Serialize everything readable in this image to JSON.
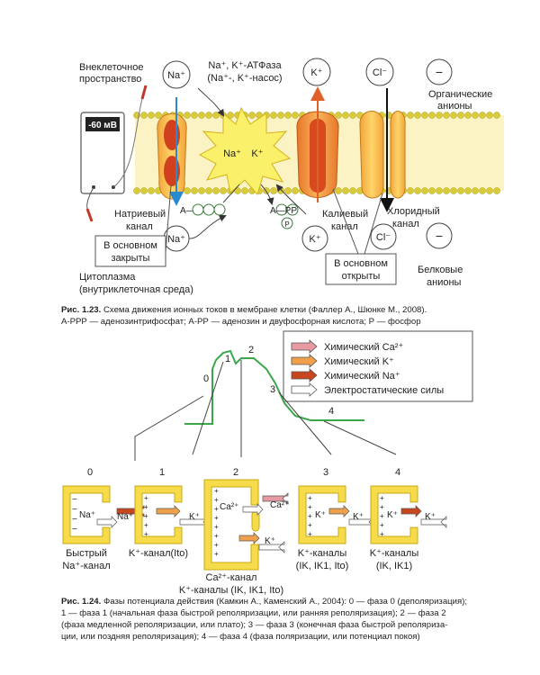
{
  "fig1": {
    "extracellular": "Внеклеточное",
    "extracellular2": "пространство",
    "voltage": "-60 мВ",
    "na_plus_top": "Na⁺",
    "atpase_line1": "Na⁺, K⁺-АТФаза",
    "atpase_line2": "(Na⁺-, K⁺-насос)",
    "k_plus_top": "K⁺",
    "cl_top": "Cl⁻",
    "minus": "−",
    "organic_anions_1": "Органические",
    "organic_anions_2": "анионы",
    "pump_na": "Na⁺",
    "pump_k": "K⁺",
    "atp": "A—PPP",
    "adp": "A—PP",
    "p": "P",
    "sodium_channel_1": "Натриевый",
    "sodium_channel_2": "канал",
    "potassium_channel_1": "Калиевый",
    "potassium_channel_2": "канал",
    "chloride_channel_1": "Хлоридный",
    "chloride_channel_2": "канал",
    "na_bottom": "Na⁺",
    "k_bottom": "K⁺",
    "cl_bottom": "Cl⁻",
    "closed_1": "В основном",
    "closed_2": "закрыты",
    "open_1": "В основном",
    "open_2": "открыты",
    "protein_anions_1": "Белковые",
    "protein_anions_2": "анионы",
    "cytoplasm_1": "Цитоплазма",
    "cytoplasm_2": "(внутриклеточная среда)",
    "caption_num": "Рис. 1.23.",
    "caption_1": "Схема движения ионных токов в мембране клетки (Фаллер А., Шюнке М., 2008).",
    "caption_2": "А-РРР — аденозинтрифосфат; А-РР — аденозин и двуфосфорная кислота; Р — фосфор"
  },
  "fig2": {
    "legend": [
      {
        "label": "Химический Ca²⁺",
        "color": "#e89aa2"
      },
      {
        "label": "Химический K⁺",
        "color": "#f0a04a"
      },
      {
        "label": "Химический Na⁺",
        "color": "#c8461e"
      },
      {
        "label": "Электростатические силы",
        "color": "#ffffff"
      }
    ],
    "phase_labels": [
      "0",
      "1",
      "2",
      "3",
      "4"
    ],
    "cells": [
      {
        "num": "0",
        "ion_in": "Na⁺",
        "ion_out": "Na⁺",
        "name1": "Быстрый",
        "name2": "Na⁺-канал"
      },
      {
        "num": "1",
        "ion_in": "",
        "ion_out": "K⁺",
        "name1": "K⁺-канал(Ito)",
        "name2": ""
      },
      {
        "num": "2",
        "ion_in": "Ca²⁺",
        "ion_out": "Ca²⁺",
        "ion_k": "K⁺",
        "name1": "Ca²⁺-канал",
        "name2": "K⁺-каналы (IK, IK1, Ito)"
      },
      {
        "num": "3",
        "ion_in": "K⁺",
        "ion_out": "K⁺",
        "name1": "K⁺-каналы",
        "name2": "(IK, IK1, Ito)"
      },
      {
        "num": "4",
        "ion_in": "K⁺",
        "ion_out": "K⁺",
        "name1": "K⁺-каналы",
        "name2": "(IK, IK1)"
      }
    ],
    "caption_num": "Рис. 1.24.",
    "caption_1": "Фазы потенциала действия (Камкин А., Каменский А., 2004): 0 — фаза 0 (деполяризация);",
    "caption_2": "1 — фаза 1 (начальная фаза быстрой реполяризации, или ранняя реполяризация); 2 — фаза 2",
    "caption_3": "(фаза медленной реполяризации, или плато); 3 — фаза 3 (конечная фаза быстрой реполяриза-",
    "caption_4": "ции, или поздняя реполяризация); 4 — фаза 4 (фаза поляризации, или потенциал покоя)"
  }
}
